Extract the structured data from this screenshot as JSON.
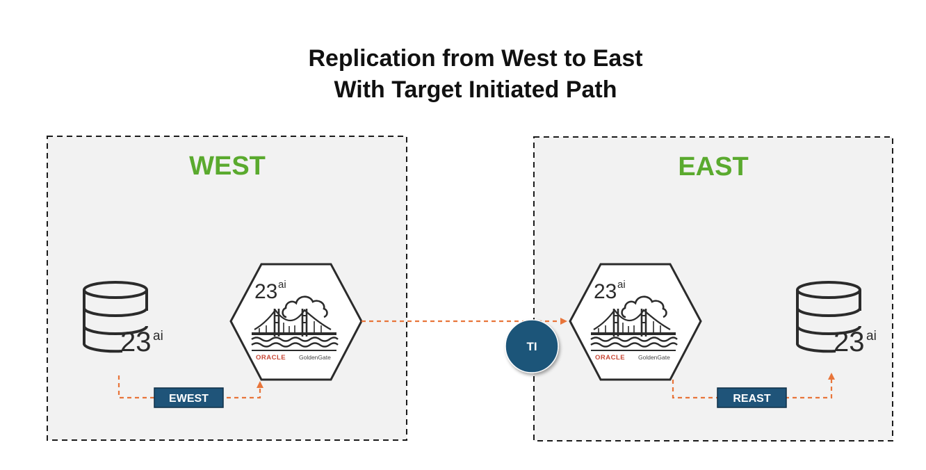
{
  "title": {
    "line1": "Replication from West to East",
    "line2": "With Target Initiated Path"
  },
  "regions": {
    "west": {
      "label": "WEST"
    },
    "east": {
      "label": "EAST"
    }
  },
  "database": {
    "version": "23",
    "suffix": "ai"
  },
  "goldengate": {
    "version": "23",
    "suffix": "ai",
    "vendor": "ORACLE",
    "product": "GoldenGate"
  },
  "processes": {
    "extract": "EWEST",
    "replicat": "REAST",
    "path": "TI"
  },
  "colors": {
    "region_label": "#5aaa2e",
    "arrow": "#e8753a",
    "tag_fill": "#1f5479",
    "ti_fill": "#1d5479",
    "region_bg": "#f2f2f2",
    "oracle_red": "#c74634"
  }
}
